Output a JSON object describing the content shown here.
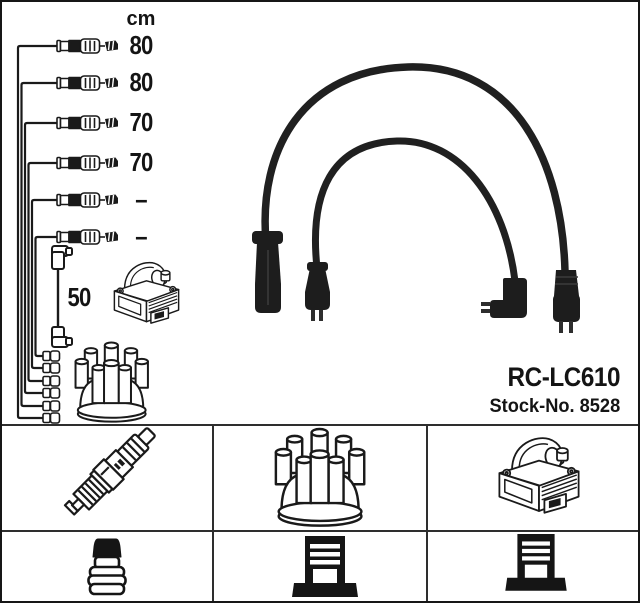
{
  "product": {
    "code": "RC-LC610",
    "stock_no": "Stock-No. 8528"
  },
  "measurements": {
    "unit": "cm",
    "leads": [
      {
        "length": "80"
      },
      {
        "length": "80"
      },
      {
        "length": "70"
      },
      {
        "length": "70"
      },
      {
        "length": "–"
      },
      {
        "length": "–"
      }
    ],
    "coil_lead_length": "50"
  },
  "parts_grid": {
    "cells": [
      {
        "name": "spark-plug"
      },
      {
        "name": "distributor-cap"
      },
      {
        "name": "ignition-coil"
      },
      {
        "name": "plug-terminal-nut"
      },
      {
        "name": "din-terminal-connector"
      },
      {
        "name": "din-terminal-connector"
      }
    ]
  },
  "colors": {
    "ink": "#1a1a1a",
    "paper": "#ffffff",
    "cable": "#1e1e1e"
  }
}
